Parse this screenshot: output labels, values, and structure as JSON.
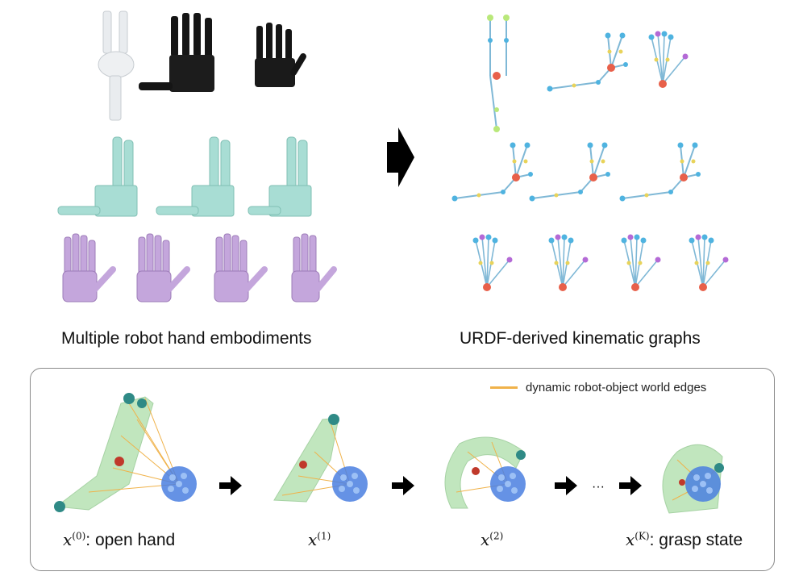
{
  "captions": {
    "left": "Multiple robot hand embodiments",
    "right": "URDF-derived kinematic graphs"
  },
  "legend": {
    "label": "dynamic robot-object world edges",
    "color": "#f0b24a"
  },
  "stages": [
    {
      "var": "x",
      "sup": "(0)",
      "rest": ": open hand"
    },
    {
      "var": "x",
      "sup": "(1)",
      "rest": ""
    },
    {
      "var": "x",
      "sup": "(2)",
      "rest": ""
    },
    {
      "var": "x",
      "sup": "(K)",
      "rest": ": grasp state"
    }
  ],
  "ellipsis": "···",
  "colors": {
    "hand_white": "#e9ecef",
    "hand_black": "#151515",
    "hand_teal": "#a8ddd4",
    "hand_purple": "#c4a6dc",
    "graph_edge": "#7fb8d6",
    "node_blue": "#4fb3e0",
    "node_red": "#e8604a",
    "node_yellow": "#e8d35a",
    "node_purple": "#b46ad6",
    "object_blue": "#4a7fe0",
    "hand_green": "#8fd38a",
    "world_edge": "#f0b24a",
    "panel_border": "#8a8a8a"
  }
}
